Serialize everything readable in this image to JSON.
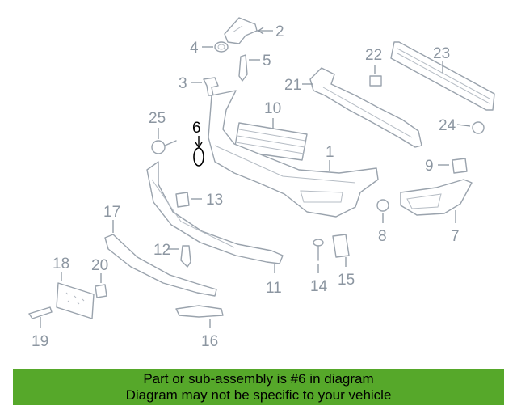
{
  "diagram": {
    "highlight_color": "#000000",
    "part_color": "#9aa3ad",
    "callouts": {
      "c1": "1",
      "c2": "2",
      "c3": "3",
      "c4": "4",
      "c5": "5",
      "c6": "6",
      "c7": "7",
      "c8": "8",
      "c9": "9",
      "c10": "10",
      "c11": "11",
      "c12": "12",
      "c13": "13",
      "c14": "14",
      "c15": "15",
      "c16": "16",
      "c17": "17",
      "c18": "18",
      "c19": "19",
      "c20": "20",
      "c21": "21",
      "c22": "22",
      "c23": "23",
      "c24": "24",
      "c25": "25"
    }
  },
  "banner": {
    "line1": "Part or sub-assembly is #6 in diagram",
    "line2": "Diagram may not be specific to your vehicle",
    "color": "#56a82a"
  }
}
